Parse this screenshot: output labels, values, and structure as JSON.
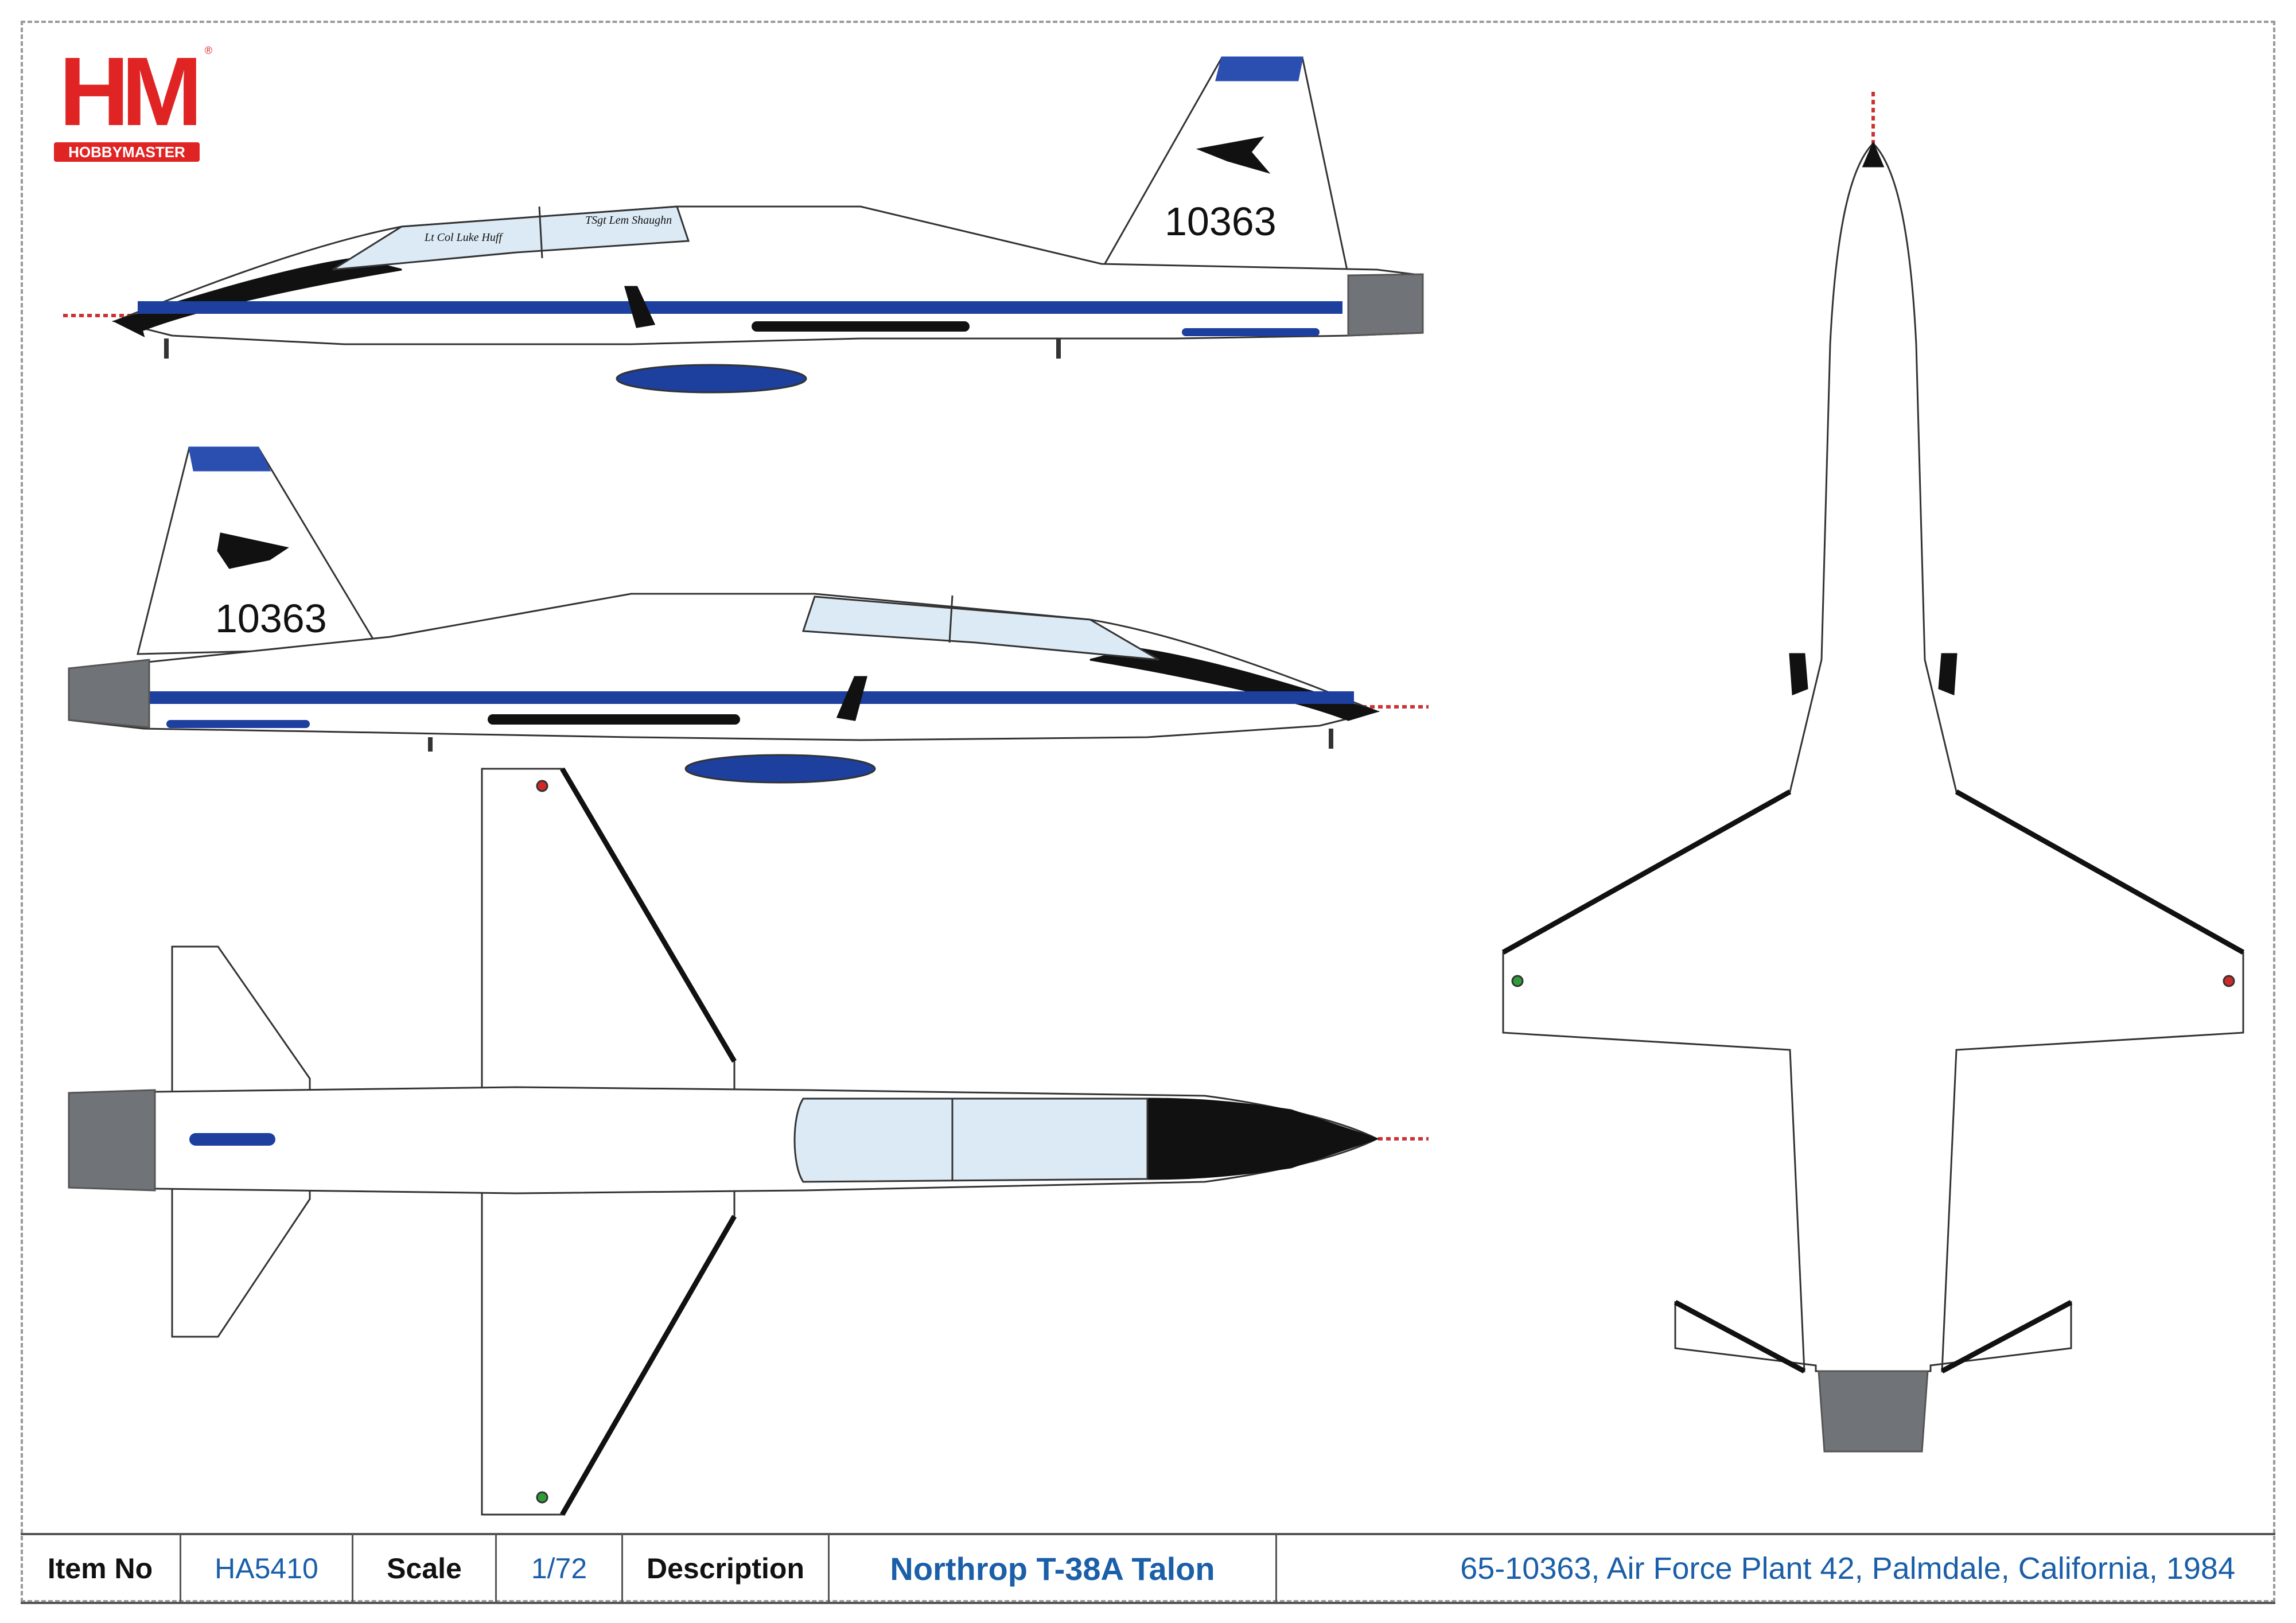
{
  "logo": {
    "letters": "HM",
    "brand": "HOBBYMASTER",
    "reg": "®"
  },
  "aircraft": {
    "serial": "10363",
    "pilot_markings": [
      "Lt Col Luke Huff",
      "TSgt Lem Shaughn"
    ],
    "colors": {
      "stripe": "#1d3f9e",
      "fin_tip": "#2b4fb0",
      "nozzle": "#707478",
      "radome": "#111111",
      "canopy": "#dbeaf5",
      "airframe": "#ffffff",
      "nav_red": "#d22828",
      "nav_green": "#2f9c3a"
    }
  },
  "info_bar": {
    "item_label": "Item No",
    "item_value": "HA5410",
    "scale_label": "Scale",
    "scale_value": "1/72",
    "description_label": "Description",
    "model_name": "Northrop T-38A Talon",
    "details": "65-10363, Air Force Plant 42, Palmdale, California, 1984"
  }
}
